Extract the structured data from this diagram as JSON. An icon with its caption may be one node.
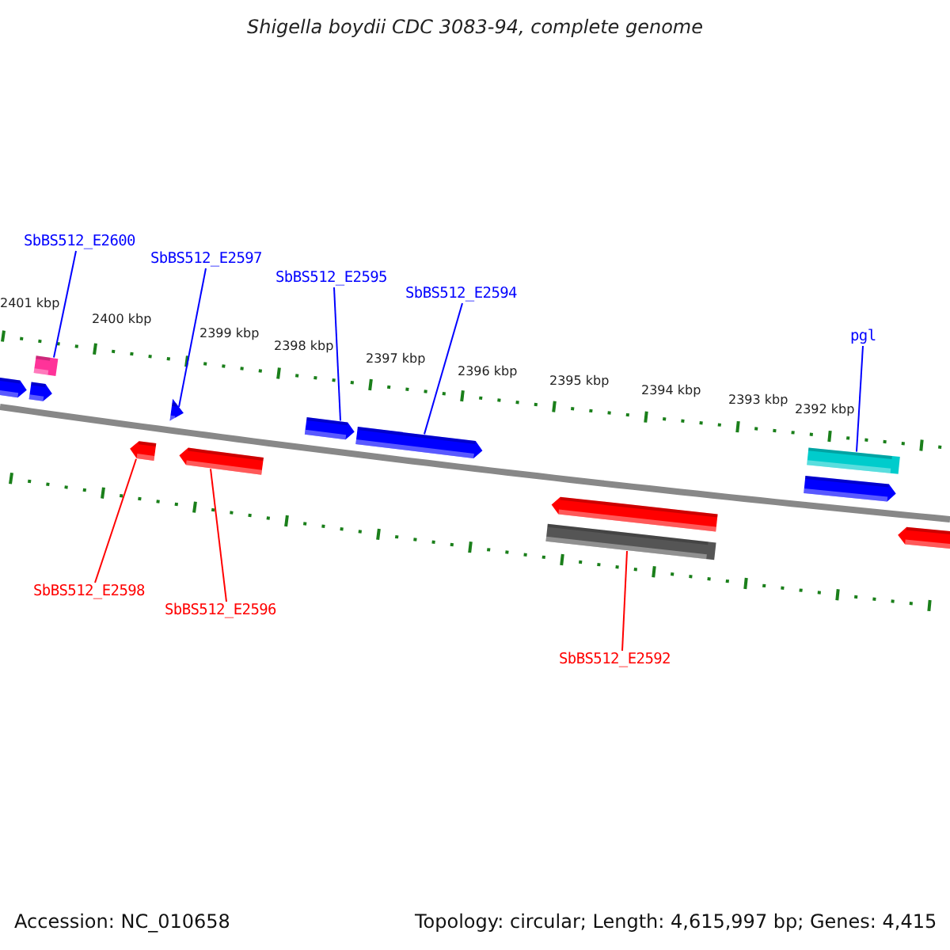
{
  "diagram": {
    "title": "Shigella boydii CDC 3083-94, complete genome",
    "nodes": [
      {
        "text": [
          "SbBS512_E2600"
        ]
      },
      {
        "text": [
          "SbBS512_E2597"
        ]
      },
      {
        "text": [
          "SbBS512_E2595"
        ]
      },
      {
        "text": [
          "SbBS512_E2594"
        ]
      },
      {
        "text": [
          "pgl"
        ]
      },
      {
        "text": [
          "SbBS512_E2598"
        ]
      },
      {
        "text": [
          "SbBS512_E2596"
        ]
      },
      {
        "text": [
          "SbBS512_E2592"
        ]
      },
      {
        "text": [],
        "shape": "box"
      },
      {
        "text": [],
        "shape": "arrow"
      },
      {
        "text": [],
        "shape": "arrow"
      },
      {
        "text": [],
        "shape": "arrow"
      },
      {
        "text": [],
        "shape": "box"
      },
      {
        "text": [],
        "shape": "arrow"
      },
      {
        "text": [],
        "shape": "arrow"
      },
      {
        "text": [],
        "shape": "box"
      },
      {
        "text": [],
        "shape": "arrow"
      },
      {
        "text": [],
        "shape": "arrow"
      },
      {
        "text": [],
        "shape": "arrow"
      },
      {
        "text": [],
        "shape": "arrow"
      },
      {
        "text": [],
        "shape": "arrow"
      }
    ],
    "edges": [
      {
        "from": 0,
        "to": 8,
        "arrow": "none"
      },
      {
        "from": 1,
        "to": 9,
        "arrow": "none"
      },
      {
        "from": 2,
        "to": 10,
        "arrow": "none"
      },
      {
        "from": 3,
        "to": 11,
        "arrow": "none"
      },
      {
        "from": 4,
        "to": 12,
        "arrow": "none"
      },
      {
        "from": 5,
        "to": 13,
        "arrow": "none",
        "color": "#ff0000"
      },
      {
        "from": 6,
        "to": 14,
        "arrow": "none",
        "color": "#ff0000"
      },
      {
        "from": 7,
        "to": 15,
        "arrow": "none",
        "color": "#ff0000"
      }
    ],
    "labels": [
      "2401 kbp",
      "2400 kbp",
      "2399 kbp",
      "2398 kbp",
      "2397 kbp",
      "2396 kbp",
      "2395 kbp",
      "2394 kbp",
      "2393 kbp",
      "2392 kbp",
      "Accession: NC_010658",
      "Topology: circular; Length: 4,615,997 bp; Genes: 4,415"
    ]
  }
}
